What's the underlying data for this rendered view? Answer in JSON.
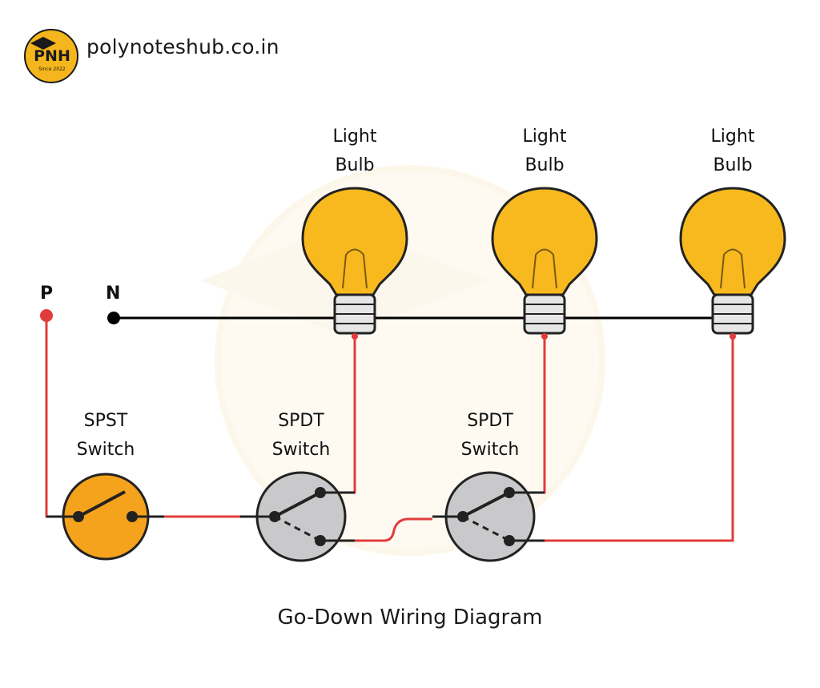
{
  "header": {
    "logo_text": "PNH",
    "logo_since": "Since 2022",
    "site_name": "polynoteshub.co.in"
  },
  "terminals": {
    "phase": "P",
    "neutral": "N"
  },
  "bulbs": [
    {
      "line1": "Light",
      "line2": "Bulb"
    },
    {
      "line1": "Light",
      "line2": "Bulb"
    },
    {
      "line1": "Light",
      "line2": "Bulb"
    }
  ],
  "switches": [
    {
      "line1": "SPST",
      "line2": "Switch"
    },
    {
      "line1": "SPDT",
      "line2": "Switch"
    },
    {
      "line1": "SPDT",
      "line2": "Switch"
    }
  ],
  "caption": "Go-Down Wiring Diagram",
  "colors": {
    "phase_wire": "#e23b3b",
    "neutral_wire": "#000000",
    "bulb_glass": "#f7b91e",
    "spst_body": "#f5a21c",
    "spdt_body": "#c9c9cb"
  }
}
